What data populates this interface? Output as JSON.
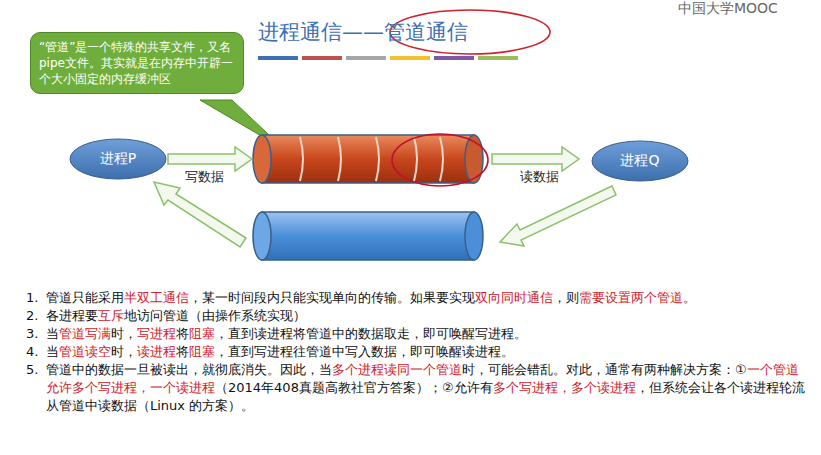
{
  "diagram": {
    "title": "进程通信——管道通信",
    "nodes": [
      {
        "text": [
          "“管道”是一个特殊的共享文件，又名pipe文件。其实就是在内存中开辟一个大小固定的内存缓冲区"
        ]
      },
      {
        "text": [
          "进程P"
        ]
      },
      {
        "text": [
          "进程Q"
        ]
      }
    ],
    "labels": [
      "中国大学MOOC",
      "写数据",
      "读数据",
      "1.",
      "管道只能采用",
      "半双工通信",
      "，某一时间段内只能实现单向的传输。如果要实现",
      "双向同时通信",
      "，则",
      "需要设置两个管道",
      "。",
      "2.",
      "各进程要",
      "互斥",
      "地访问管道（由操作系统实现）",
      "3.",
      "当",
      "管道写满",
      "时，",
      "写进程",
      "将",
      "阻塞",
      "，直到读进程将管道中的数据取走，即可唤醒写进程。",
      "4.",
      "当",
      "管道读空",
      "时，",
      "读进程",
      "将",
      "阻塞",
      "，直到写进程往管道中写入数据，即可唤醒读进程。",
      "5.",
      "管道中的数据一旦被读出，就彻底消失。因此，当",
      "多个进程读同一个管道",
      "时，可能会错乱。对此，通常有两种解决方案：①",
      "一个管道允许多个写进程，一个读进程",
      "（2014年408真题高教社官方答案）；②允许有",
      "多个写进程，多个读进程",
      "，但系统会让各个读进程轮流从管道中读数据（Linux 的方案）。"
    ]
  }
}
